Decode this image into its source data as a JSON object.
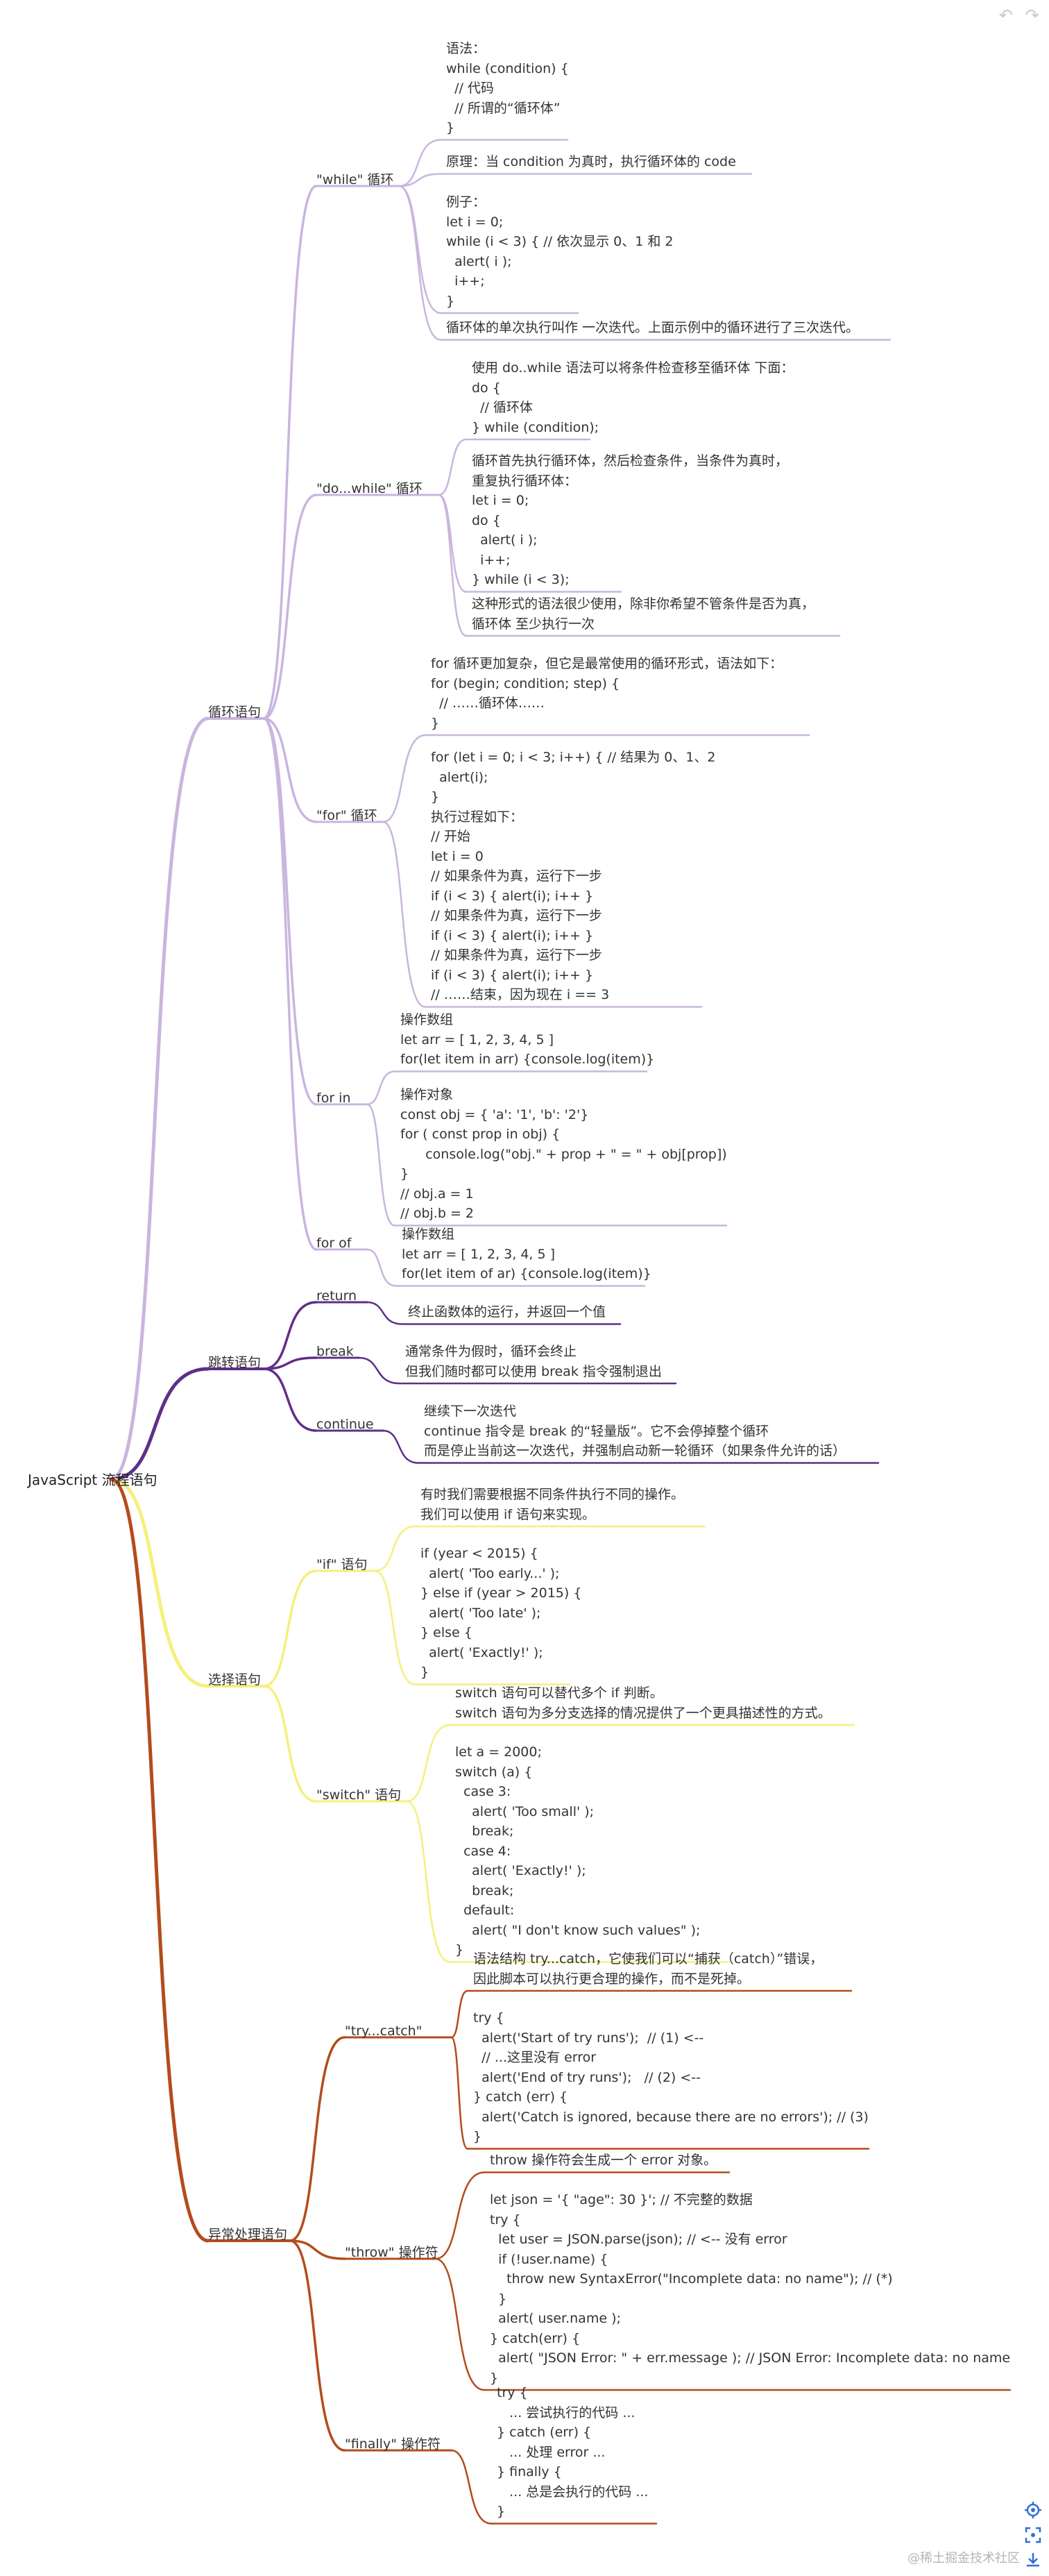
{
  "colors": {
    "loop": "#c9b5df",
    "jump": "#5e2f8a",
    "select": "#f5f07a",
    "exception": "#b34c1b"
  },
  "root": {
    "label": "JavaScript 流程语句"
  },
  "branches": {
    "loop": {
      "label": "循环语句",
      "children": [
        {
          "label": "\"while\" 循环",
          "blocks": [
            {
              "lines": [
                "语法：",
                "while (condition) {",
                "  // 代码",
                "  // 所谓的“循环体”",
                "}"
              ]
            },
            {
              "lines": [
                "原理：当 condition 为真时，执行循环体的 code"
              ]
            },
            {
              "lines": [
                "例子：",
                "let i = 0;",
                "while (i < 3) { // 依次显示 0、1 和 2",
                "  alert( i );",
                "  i++;",
                "}"
              ]
            },
            {
              "lines": [
                "循环体的单次执行叫作 一次迭代。上面示例中的循环进行了三次迭代。"
              ]
            }
          ]
        },
        {
          "label": "\"do...while\" 循环",
          "blocks": [
            {
              "lines": [
                "使用 do..while 语法可以将条件检查移至循环体 下面：",
                "do {",
                "  // 循环体",
                "} while (condition);"
              ]
            },
            {
              "lines": [
                "循环首先执行循环体，然后检查条件，当条件为真时，",
                "重复执行循环体：",
                "let i = 0;",
                "do {",
                "  alert( i );",
                "  i++;",
                "} while (i < 3);"
              ]
            },
            {
              "lines": [
                "这种形式的语法很少使用，除非你希望不管条件是否为真，",
                "循环体 至少执行一次"
              ]
            }
          ]
        },
        {
          "label": "\"for\" 循环",
          "blocks": [
            {
              "lines": [
                "for 循环更加复杂，但它是最常使用的循环形式，语法如下：",
                "for (begin; condition; step) {",
                "  // ……循环体……",
                "}"
              ]
            },
            {
              "lines": [
                "for (let i = 0; i < 3; i++) { // 结果为 0、1、2",
                "  alert(i);",
                "}",
                "执行过程如下：",
                "// 开始",
                "let i = 0",
                "// 如果条件为真，运行下一步",
                "if (i < 3) { alert(i); i++ }",
                "// 如果条件为真，运行下一步",
                "if (i < 3) { alert(i); i++ }",
                "// 如果条件为真，运行下一步",
                "if (i < 3) { alert(i); i++ }",
                "// ……结束，因为现在 i == 3"
              ]
            }
          ]
        },
        {
          "label": "for in",
          "blocks": [
            {
              "lines": [
                "操作数组",
                "let arr = [ 1, 2, 3, 4, 5 ]",
                "for(let item in arr) {console.log(item)}"
              ]
            },
            {
              "lines": [
                "操作对象",
                "const obj = { 'a': '1', 'b': '2'}",
                "for ( const prop in obj) {",
                "      console.log(\"obj.\" + prop + \" = \" + obj[prop])",
                "}",
                "// obj.a = 1",
                "// obj.b = 2"
              ]
            }
          ]
        },
        {
          "label": "for of",
          "blocks": [
            {
              "lines": [
                "操作数组",
                "let arr = [ 1, 2, 3, 4, 5 ]",
                "for(let item of ar) {console.log(item)}"
              ]
            }
          ]
        }
      ]
    },
    "jump": {
      "label": "跳转语句",
      "children": [
        {
          "label": "return",
          "blocks": [
            {
              "lines": [
                "终止函数体的运行，并返回一个值"
              ]
            }
          ]
        },
        {
          "label": "break",
          "blocks": [
            {
              "lines": [
                "通常条件为假时，循环会终止",
                "但我们随时都可以使用 break 指令强制退出"
              ]
            }
          ]
        },
        {
          "label": "continue",
          "blocks": [
            {
              "lines": [
                "继续下一次迭代",
                "continue 指令是 break 的“轻量版”。它不会停掉整个循环",
                "而是停止当前这一次迭代，并强制启动新一轮循环（如果条件允许的话）"
              ]
            }
          ]
        }
      ]
    },
    "select": {
      "label": "选择语句",
      "children": [
        {
          "label": "\"if\" 语句",
          "blocks": [
            {
              "lines": [
                "有时我们需要根据不同条件执行不同的操作。",
                "我们可以使用 if 语句来实现。"
              ]
            },
            {
              "lines": [
                "if (year < 2015) {",
                "  alert( 'Too early...' );",
                "} else if (year > 2015) {",
                "  alert( 'Too late' );",
                "} else {",
                "  alert( 'Exactly!' );",
                "}"
              ]
            }
          ]
        },
        {
          "label": "\"switch\" 语句",
          "blocks": [
            {
              "lines": [
                "switch 语句可以替代多个 if 判断。",
                "switch 语句为多分支选择的情况提供了一个更具描述性的方式。"
              ]
            },
            {
              "lines": [
                "let a = 2000;",
                "switch (a) {",
                "  case 3:",
                "    alert( 'Too small' );",
                "    break;",
                "  case 4:",
                "    alert( 'Exactly!' );",
                "    break;",
                "  default:",
                "    alert( \"I don't know such values\" );",
                "}"
              ]
            }
          ]
        }
      ]
    },
    "exception": {
      "label": "异常处理语句",
      "children": [
        {
          "label": "\"try...catch\"",
          "blocks": [
            {
              "lines": [
                "语法结构 try...catch，它使我们可以“捕获（catch）”错误，",
                "因此脚本可以执行更合理的操作，而不是死掉。"
              ]
            },
            {
              "lines": [
                "try {",
                "  alert('Start of try runs');  // (1) <--",
                "  // ...这里没有 error",
                "  alert('End of try runs');   // (2) <--",
                "} catch (err) {",
                "  alert('Catch is ignored, because there are no errors'); // (3)",
                "}"
              ]
            }
          ]
        },
        {
          "label": "\"throw\" 操作符",
          "blocks": [
            {
              "lines": [
                "throw 操作符会生成一个 error 对象。"
              ]
            },
            {
              "lines": [
                "let json = '{ \"age\": 30 }'; // 不完整的数据",
                "try {",
                "  let user = JSON.parse(json); // <-- 没有 error",
                "  if (!user.name) {",
                "    throw new SyntaxError(\"Incomplete data: no name\"); // (*)",
                "  }",
                "  alert( user.name );",
                "} catch(err) {",
                "  alert( \"JSON Error: \" + err.message ); // JSON Error: Incomplete data: no name",
                "}"
              ]
            }
          ]
        },
        {
          "label": "\"finally\" 操作符",
          "blocks": [
            {
              "lines": [
                "try {",
                "   ... 尝试执行的代码 ...",
                "} catch (err) {",
                "   ... 处理 error ...",
                "} finally {",
                "   ... 总是会执行的代码 ...",
                "}"
              ]
            }
          ]
        }
      ]
    }
  },
  "watermark": "@稀土掘金技术社区",
  "icons": [
    "undo-icon",
    "redo-icon",
    "locate-icon",
    "zoom-fit-icon",
    "download-icon"
  ]
}
